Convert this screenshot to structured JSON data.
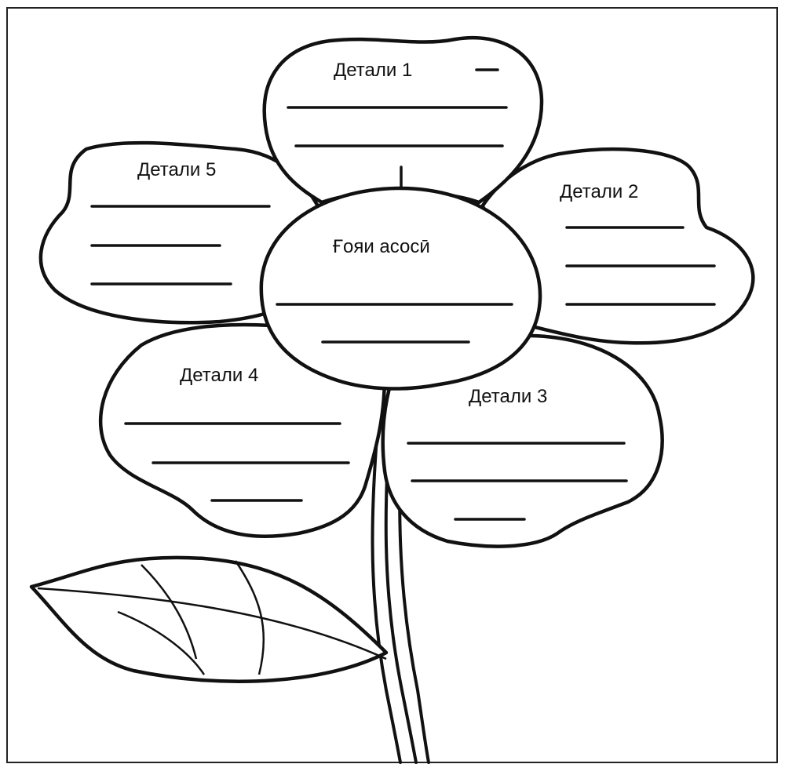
{
  "center": {
    "label": "Ғояи асосӣ"
  },
  "petals": [
    {
      "id": "1",
      "label": "Детали 1"
    },
    {
      "id": "2",
      "label": "Детали 2"
    },
    {
      "id": "3",
      "label": "Детали 3"
    },
    {
      "id": "4",
      "label": "Детали 4"
    },
    {
      "id": "5",
      "label": "Детали 5"
    }
  ],
  "colors": {
    "ink": "#111111",
    "background": "#ffffff"
  }
}
